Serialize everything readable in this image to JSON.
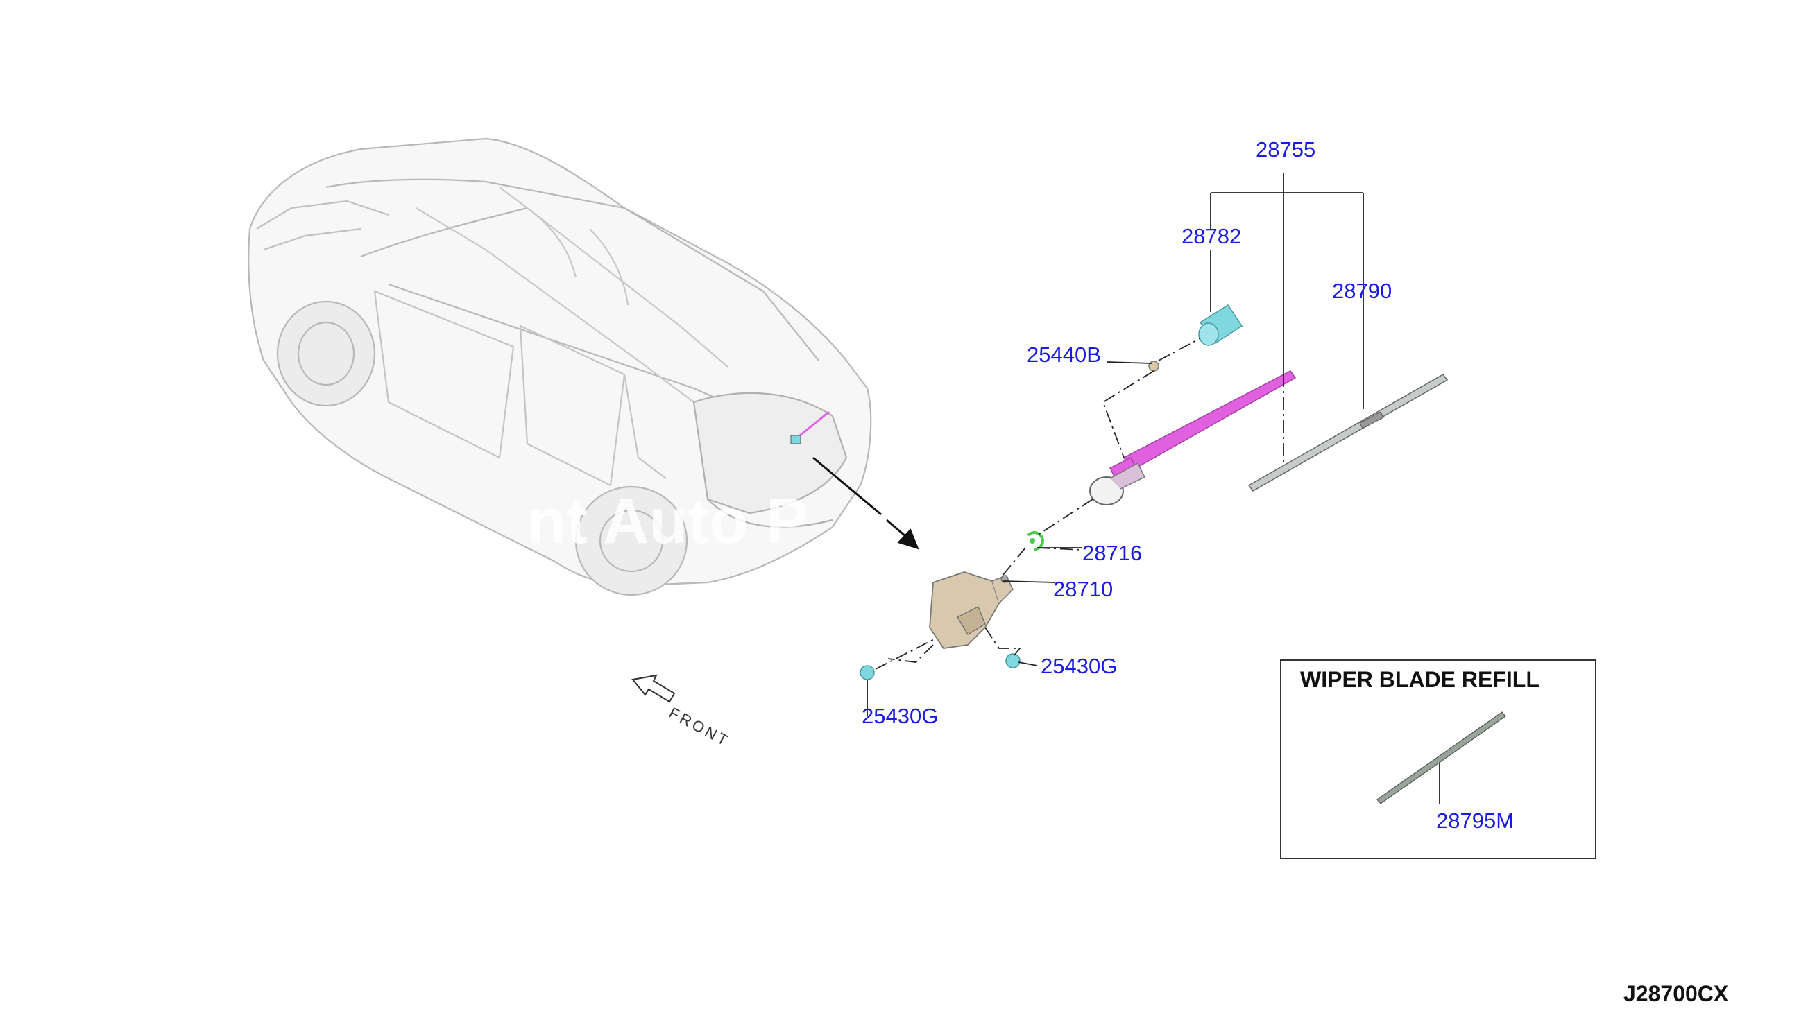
{
  "parts": {
    "p28755": "28755",
    "p28782": "28782",
    "p28790": "28790",
    "p25440B": "25440B",
    "p28716": "28716",
    "p28710": "28710",
    "p25430G_right": "25430G",
    "p25430G_left": "25430G",
    "p28795M": "28795M"
  },
  "inset": {
    "title": "WIPER BLADE REFILL"
  },
  "front_label": "FRONT",
  "diagram_code": "J28700CX",
  "watermark": "nt Auto P",
  "colors": {
    "arm": "#e060e0",
    "cap": "#7fd8e0",
    "callout": "#1a1ae6",
    "line": "#222222"
  }
}
